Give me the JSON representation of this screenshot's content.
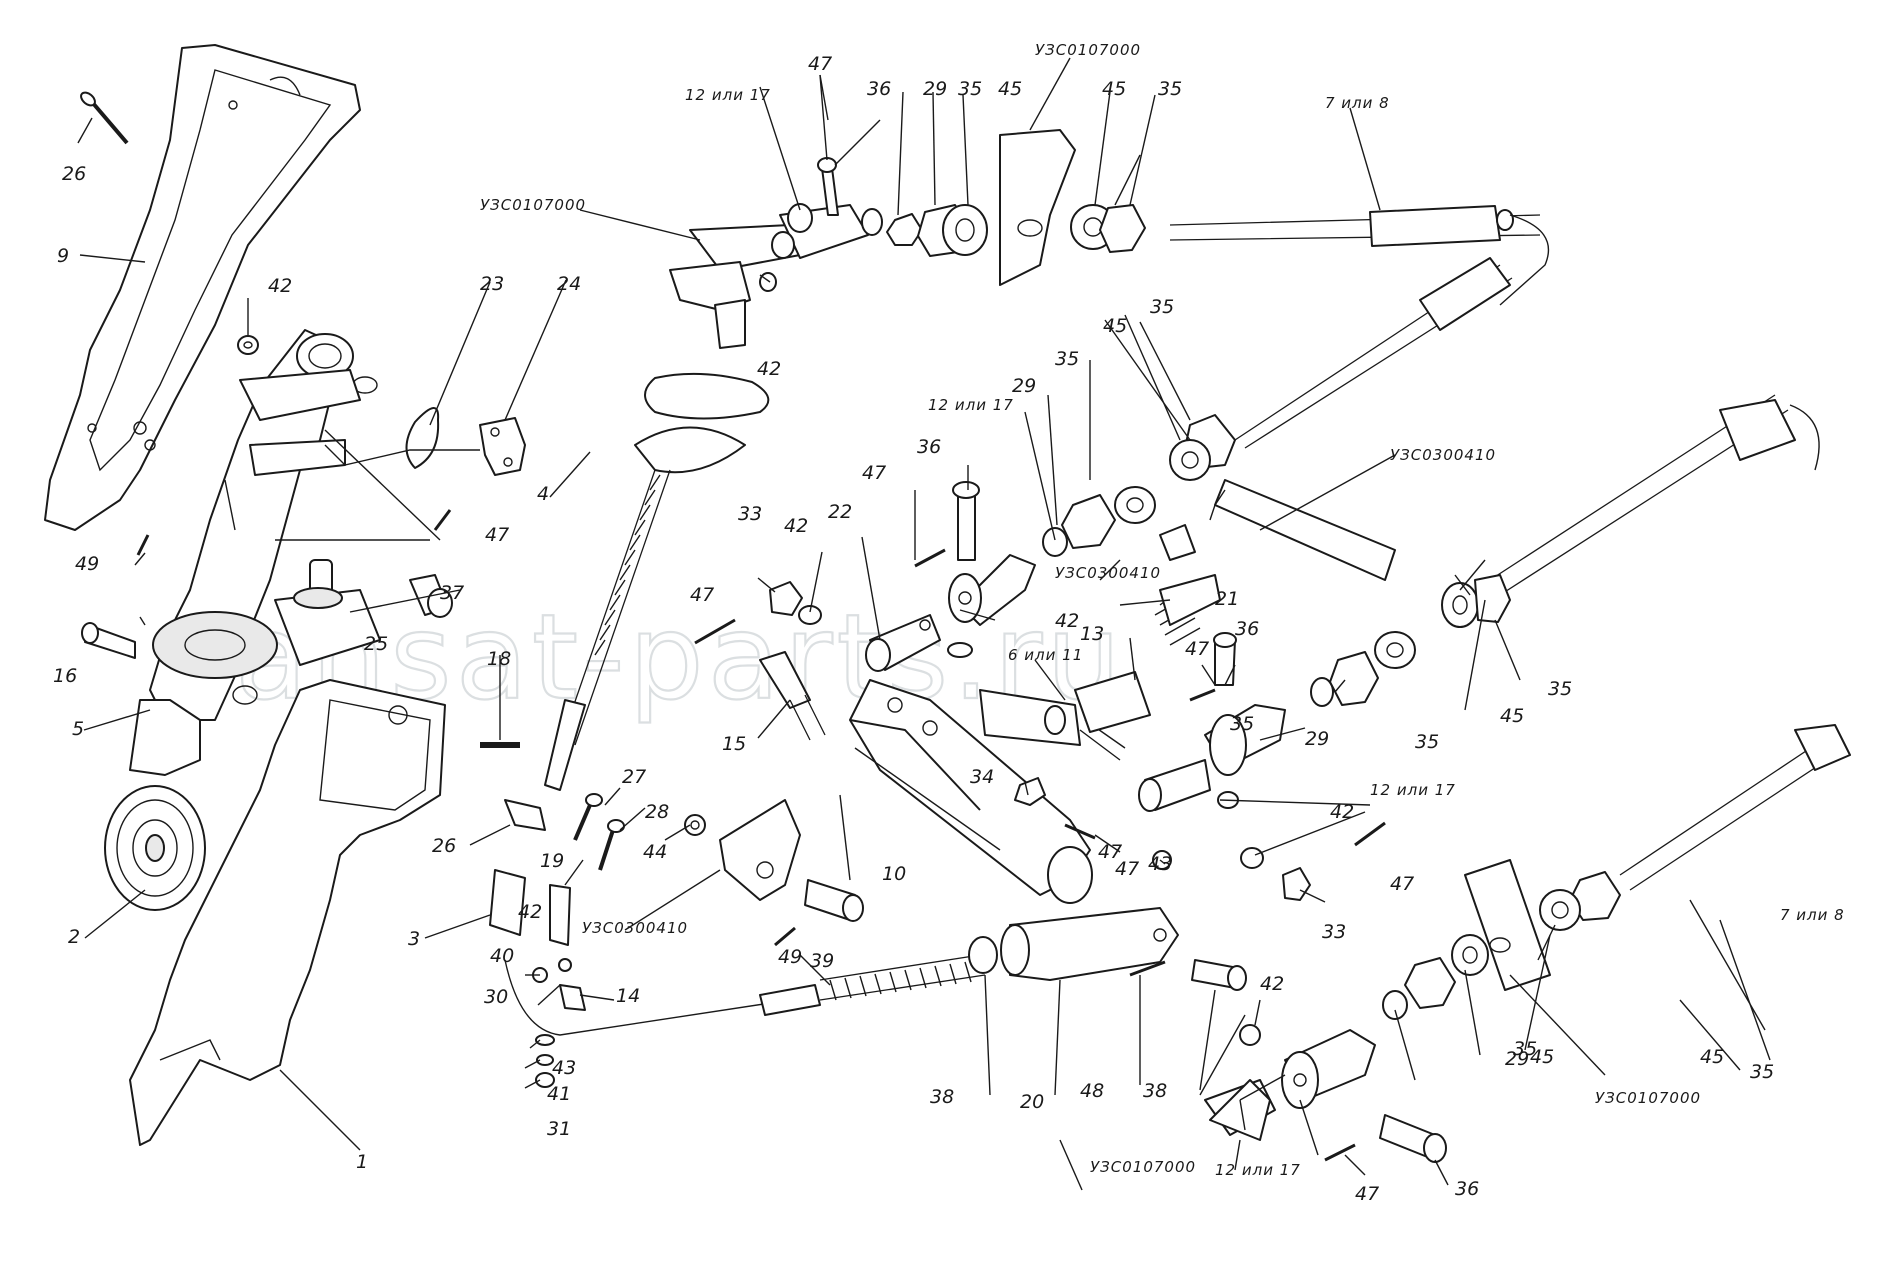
{
  "watermark": "ansat-parts.ru",
  "corner_mark": "",
  "callouts": {
    "c1": "1",
    "c2": "2",
    "c3": "3",
    "c4": "4",
    "c5": "5",
    "c9": "9",
    "c10": "10",
    "c13": "13",
    "c14": "14",
    "c15": "15",
    "c16": "16",
    "c18": "18",
    "c19": "19",
    "c20": "20",
    "c21": "21",
    "c22": "22",
    "c23": "23",
    "c24": "24",
    "c25": "25",
    "c26": "26",
    "c26b": "26",
    "c27": "27",
    "c28": "28",
    "c29a": "29",
    "c29b": "29",
    "c29c": "29",
    "c29d": "29",
    "c30": "30",
    "c31": "31",
    "c33a": "33",
    "c33b": "33",
    "c34": "34",
    "c35a": "35",
    "c35b": "35",
    "c35c": "35",
    "c35d": "35",
    "c35e": "35",
    "c35f": "35",
    "c35g": "35",
    "c35h": "35",
    "c35i": "35",
    "c36a": "36",
    "c36b": "36",
    "c36c": "36",
    "c36d": "36",
    "c37": "37",
    "c38a": "38",
    "c38b": "38",
    "c39": "39",
    "c40": "40",
    "c41": "41",
    "c42a": "42",
    "c42b": "42",
    "c42c": "42",
    "c42d": "42",
    "c42e": "42",
    "c42f": "42",
    "c42g": "42",
    "c43a": "43",
    "c43b": "43",
    "c44": "44",
    "c45a": "45",
    "c45b": "45",
    "c45c": "45",
    "c45d": "45",
    "c45e": "45",
    "c45f": "45",
    "c47a": "47",
    "c47b": "47",
    "c47c": "47",
    "c47d": "47",
    "c47e": "47",
    "c47f": "47",
    "c47g": "47",
    "c47h": "47",
    "c48": "48",
    "c49a": "49",
    "c49b": "49",
    "v12a": "12 или 17",
    "v12b": "12 или 17",
    "v12c": "12 или 17",
    "v12d": "12 или 17",
    "v6": "6 или 11",
    "v7a": "7 или 8",
    "v7b": "7 или 8",
    "uzs107a": "УЗС0107000",
    "uzs107b": "УЗС0107000",
    "uzs107c": "УЗС0107000",
    "uzs107d": "УЗС0107000",
    "uzs300a": "УЗС0300410",
    "uzs300b": "УЗС0300410",
    "uzs300c": "УЗС0300410"
  }
}
